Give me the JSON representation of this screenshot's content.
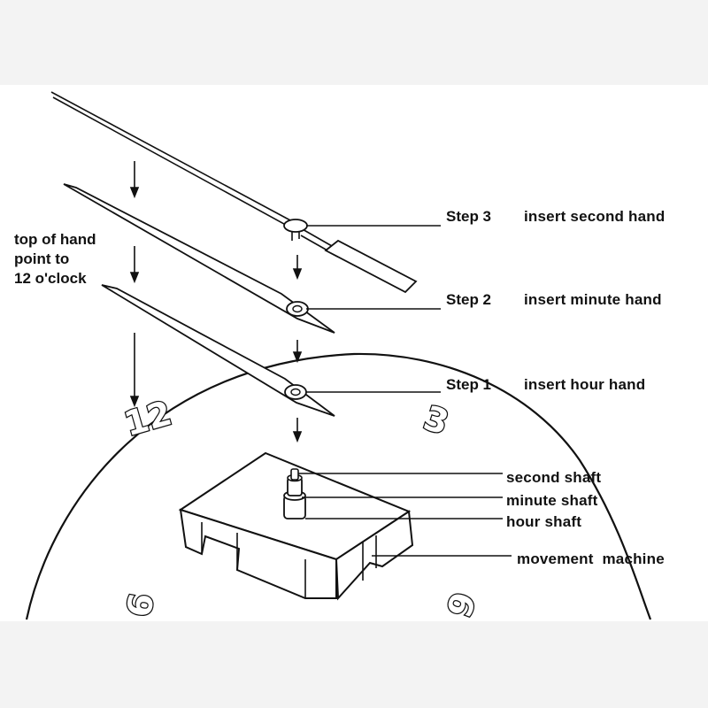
{
  "steps": [
    {
      "label": "Step 3",
      "action": "insert second hand"
    },
    {
      "label": "Step 2",
      "action": "insert minute hand"
    },
    {
      "label": "Step 1",
      "action": "insert hour hand"
    }
  ],
  "note": {
    "line1": "top of hand",
    "line2": "point to",
    "line3": "12 o'clock"
  },
  "parts": {
    "second_shaft": "second shaft",
    "minute_shaft": "minute shaft",
    "hour_shaft": "hour shaft",
    "movement": "movement  machine"
  },
  "dial_numbers": {
    "twelve": "12",
    "three": "3",
    "six": "6",
    "nine": "9"
  }
}
